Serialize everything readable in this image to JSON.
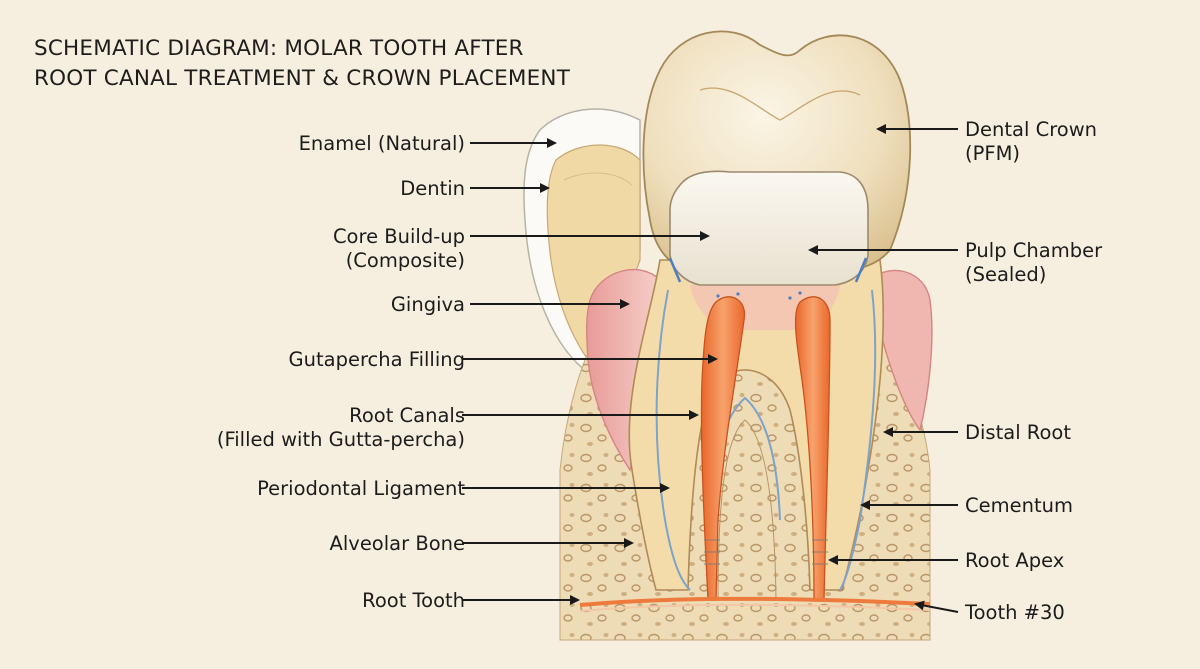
{
  "title": {
    "line1": "SCHEMATIC DIAGRAM: MOLAR TOOTH AFTER",
    "line2": "ROOT CANAL TREATMENT & CROWN PLACEMENT"
  },
  "labels_left": [
    {
      "id": "enamel",
      "line1": "Enamel (Natural)"
    },
    {
      "id": "dentin",
      "line1": "Dentin"
    },
    {
      "id": "core",
      "line1": "Core Build-up",
      "line2": "(Composite)"
    },
    {
      "id": "gingiva",
      "line1": "Gingiva"
    },
    {
      "id": "gutapercha",
      "line1": "Gutapercha Filling"
    },
    {
      "id": "canals",
      "line1": "Root Canals",
      "line2": "(Filled with Gutta-percha)"
    },
    {
      "id": "pdl",
      "line1": "Periodontal Ligament"
    },
    {
      "id": "bone",
      "line1": "Alveolar Bone"
    },
    {
      "id": "roottooth",
      "line1": "Root Tooth"
    }
  ],
  "labels_right": [
    {
      "id": "crown",
      "line1": "Dental Crown",
      "line2": "(PFM)"
    },
    {
      "id": "pulp",
      "line1": "Pulp Chamber",
      "line2": "(Sealed)"
    },
    {
      "id": "distal",
      "line1": "Distal Root"
    },
    {
      "id": "cementum",
      "line1": "Cementum"
    },
    {
      "id": "apex",
      "line1": "Root Apex"
    },
    {
      "id": "toothnum",
      "line1": "Tooth #30"
    }
  ],
  "colors": {
    "background": "#f6efdf",
    "crown": "#efe2c3",
    "dentin": "#f1d9a6",
    "gingiva": "#eba9a6",
    "gutta_percha": "#ee7a3e",
    "bone": "#ead8b2",
    "pdl": "#7fa2c9",
    "text": "#1c1c1c"
  }
}
